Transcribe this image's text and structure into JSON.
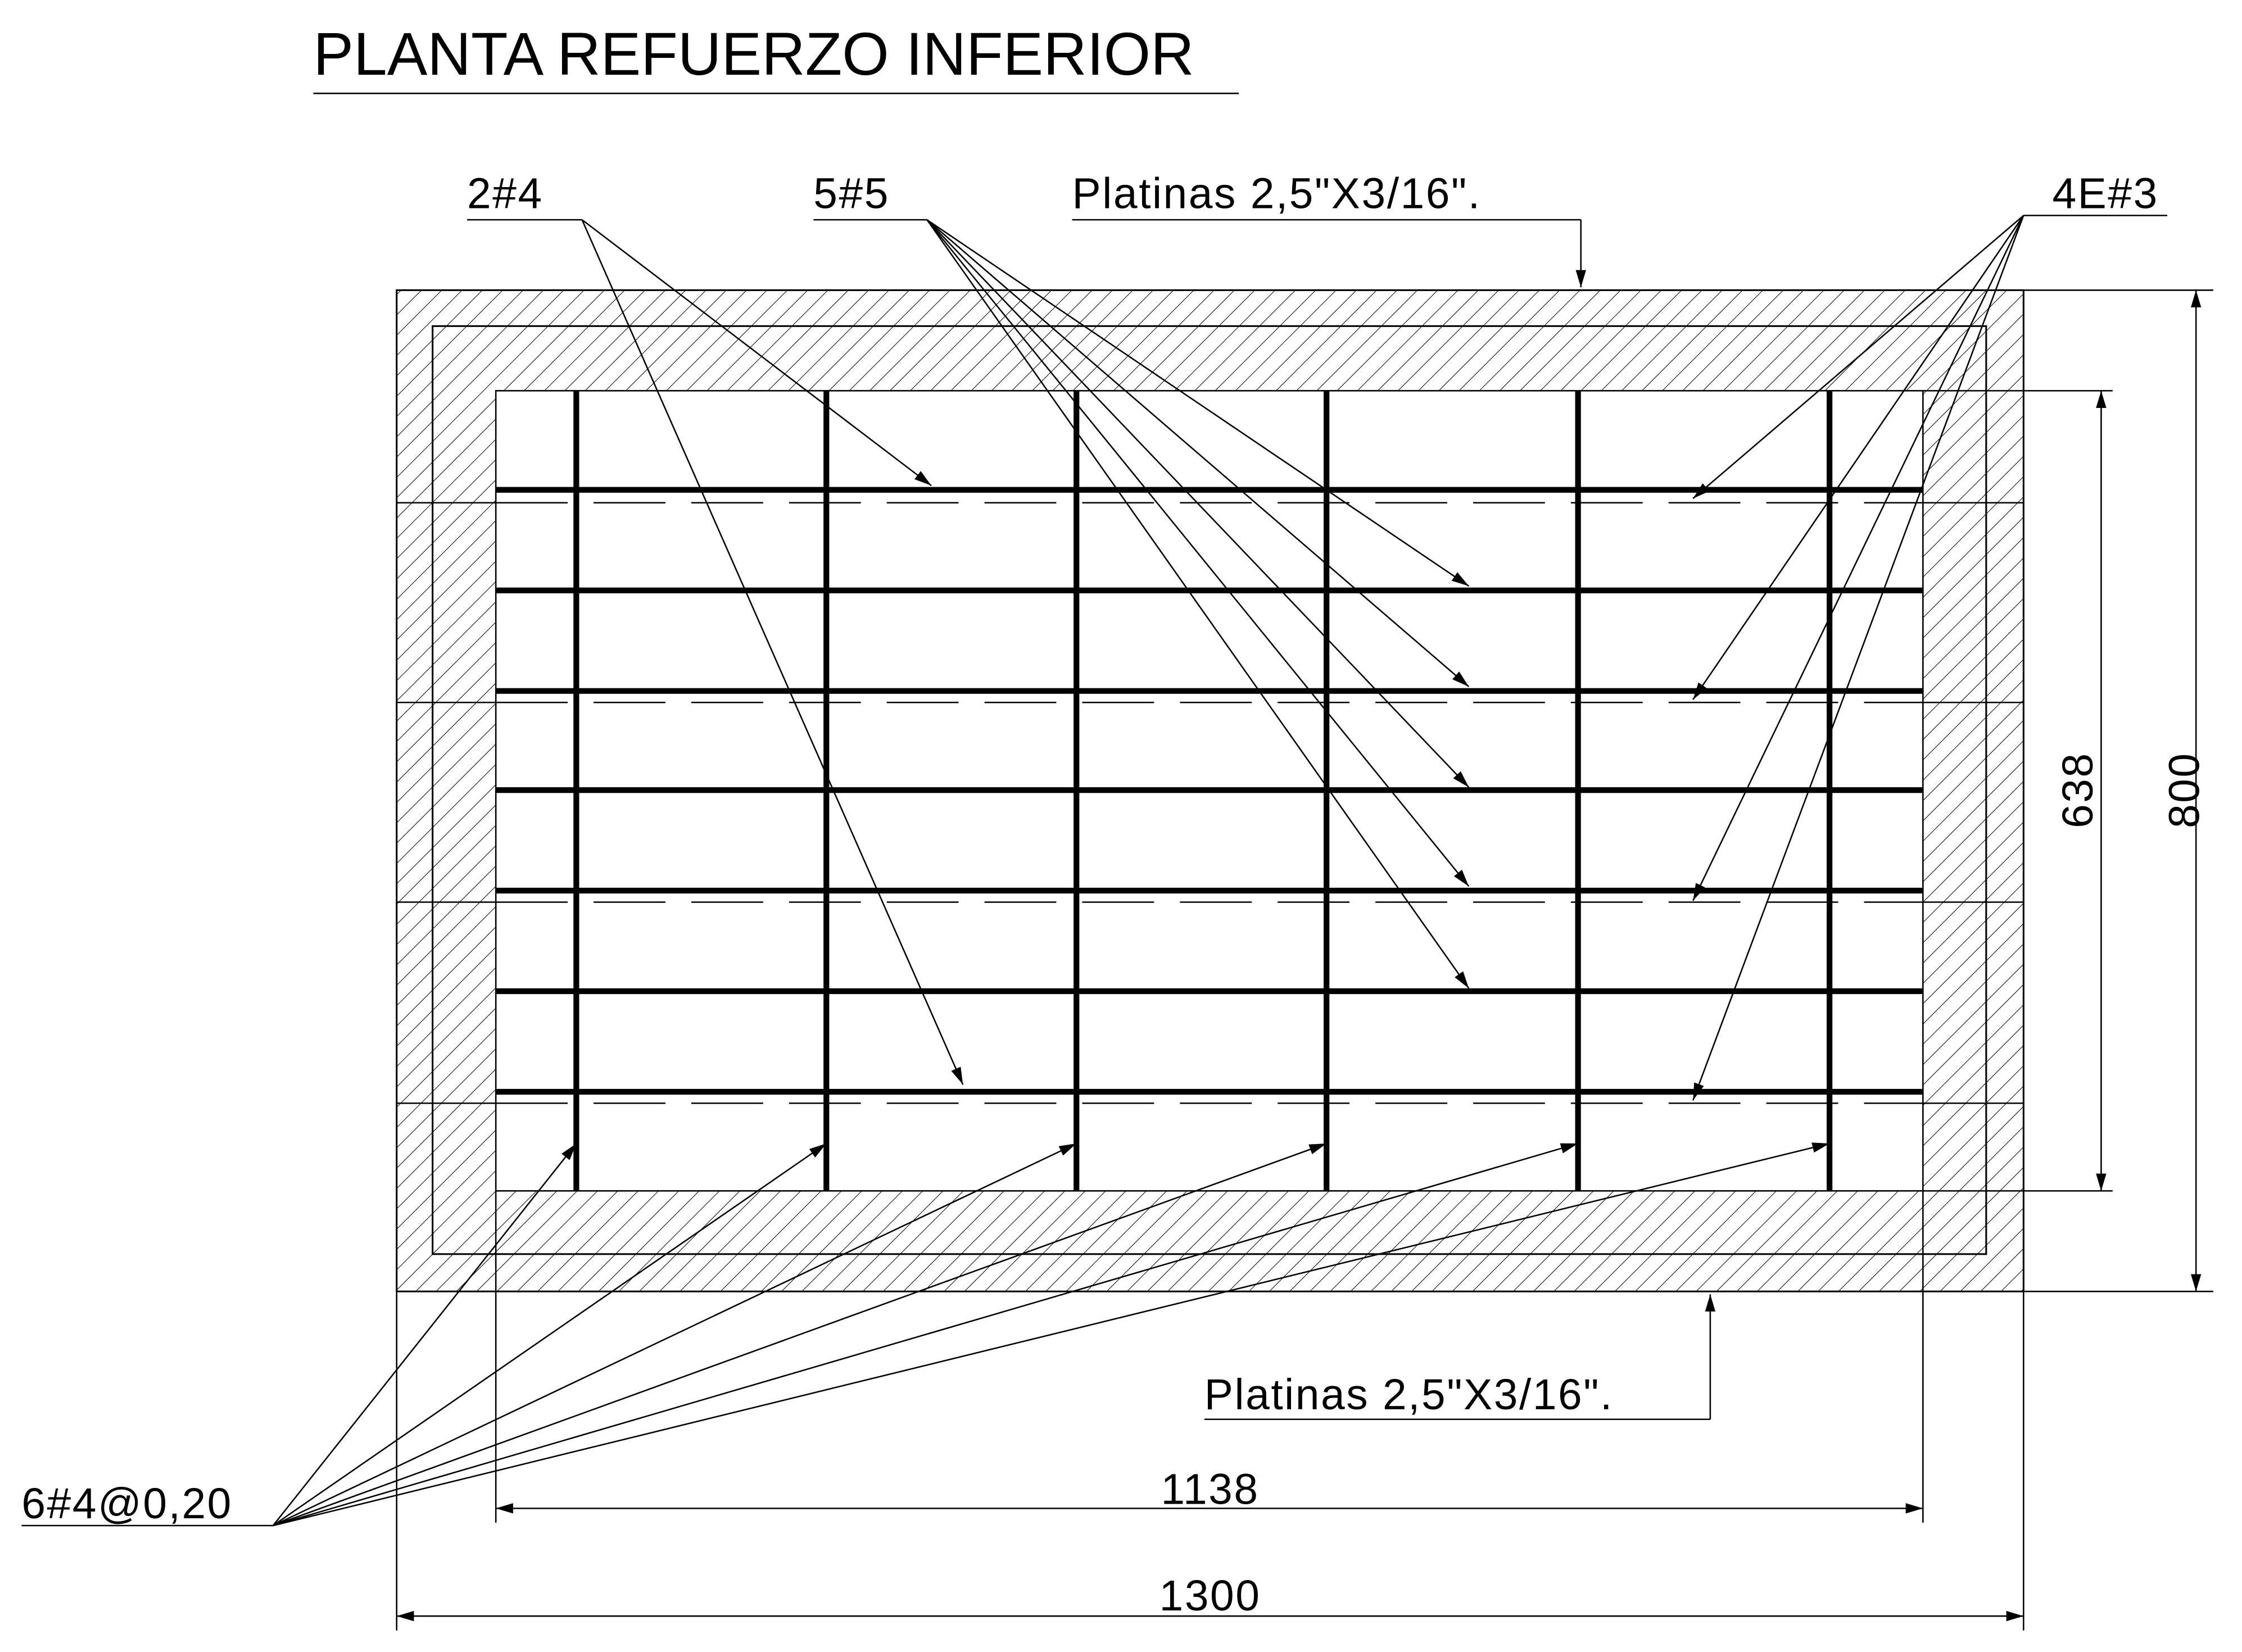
{
  "title": "PLANTA REFUERZO INFERIOR",
  "labels": {
    "top_bars": "2#4",
    "main_bars": "5#5",
    "plates_top": "Platinas  2,5\"X3/16\".",
    "stirrups": "4E#3",
    "bottom_bars": "6#4@0,20",
    "plates_bottom": "Platinas  2,5\"X3/16\"."
  },
  "dimensions": {
    "inner_width": "1138",
    "outer_width": "1300",
    "inner_height": "638",
    "outer_height": "800"
  }
}
